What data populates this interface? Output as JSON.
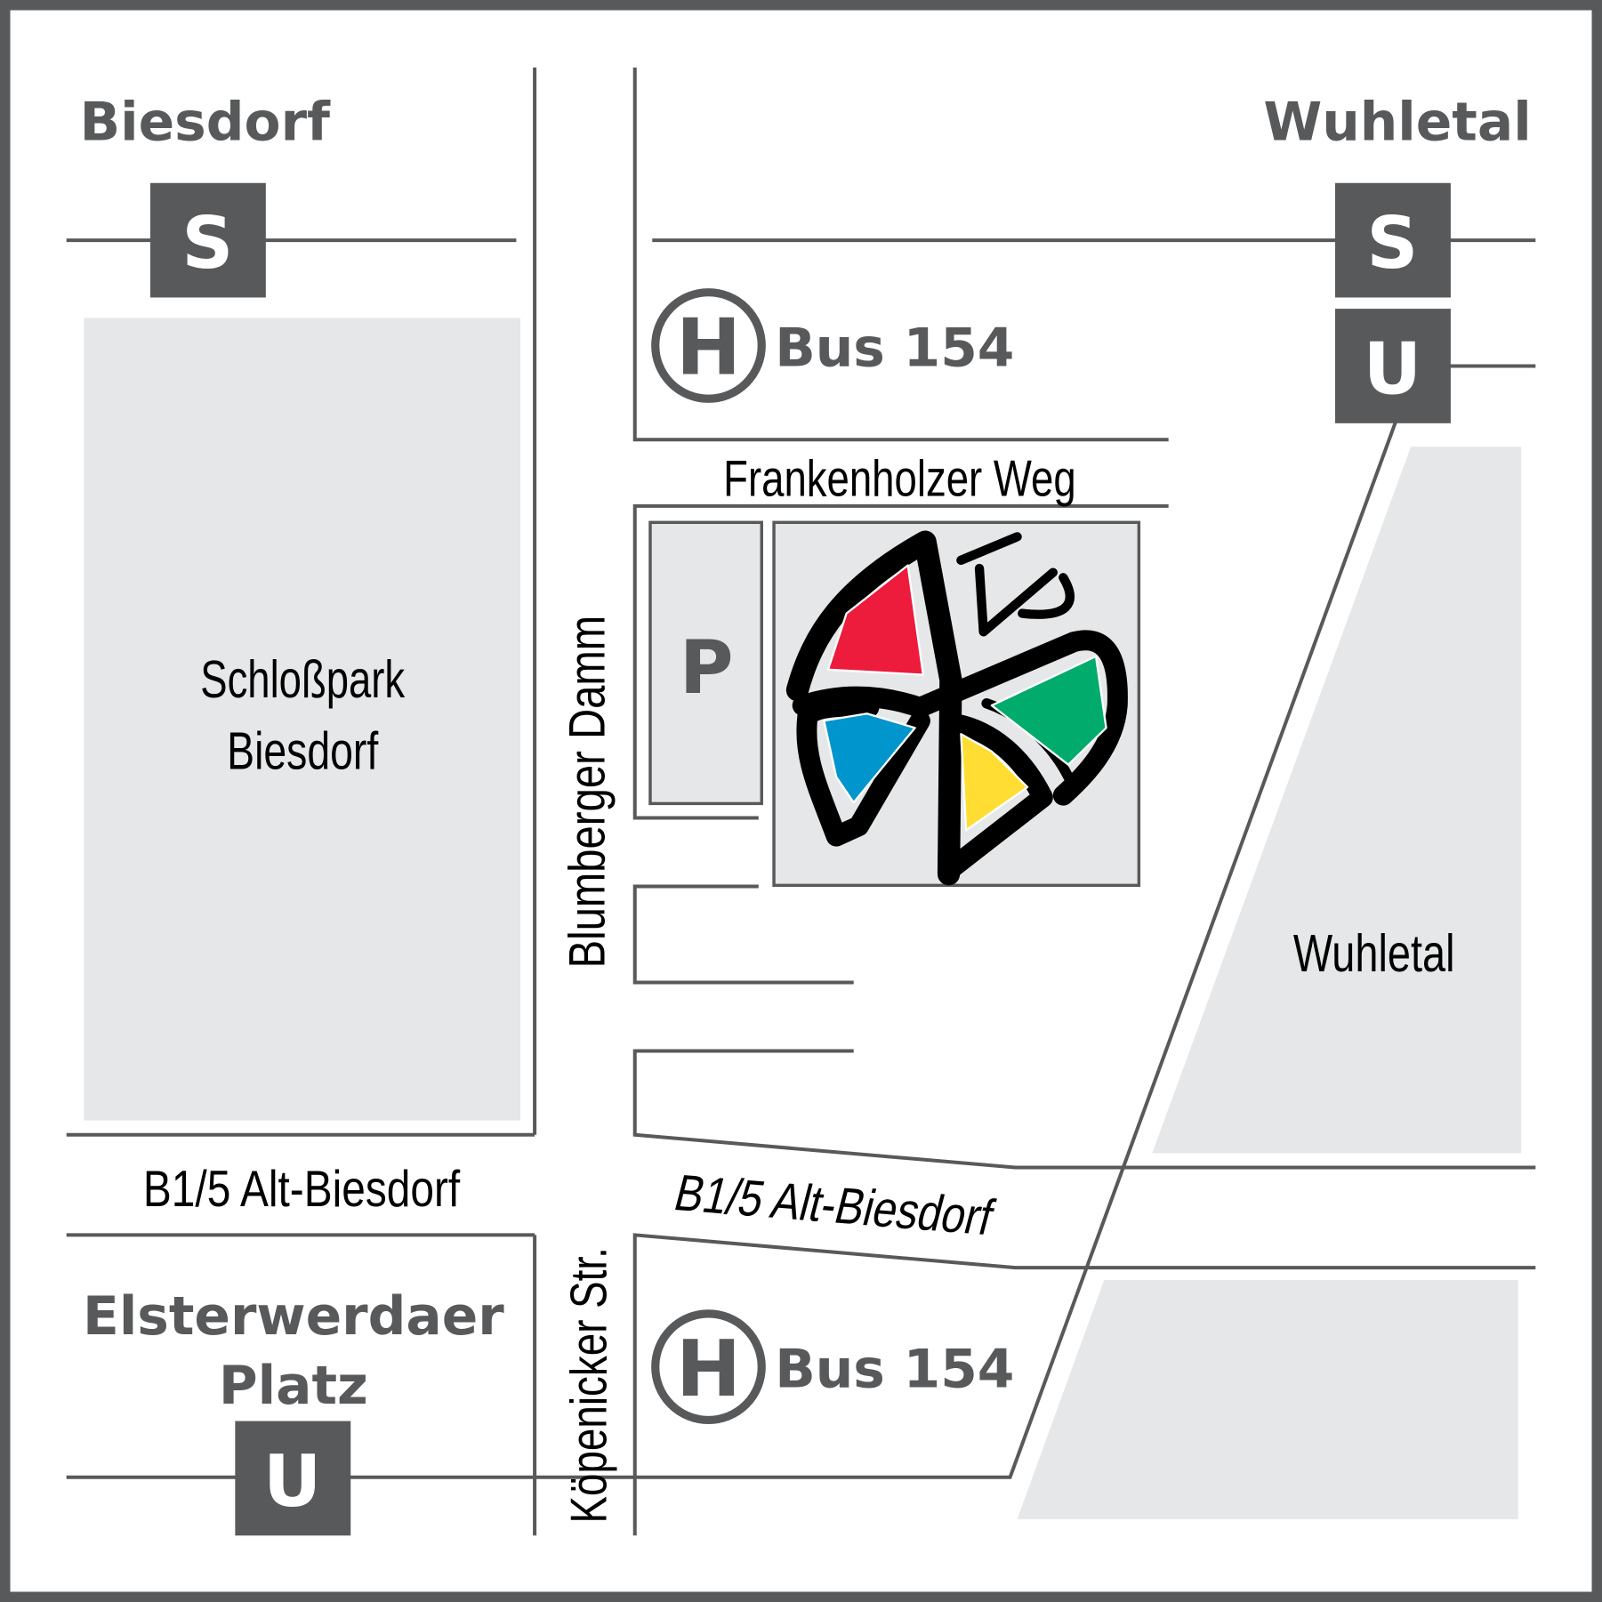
{
  "stations": {
    "biesdorf": {
      "name": "Biesdorf",
      "line": "S"
    },
    "wuhletal": {
      "name": "Wuhletal",
      "lines": [
        "S",
        "U"
      ]
    },
    "elsterwerdaer": {
      "name_line1": "Elsterwerdaer",
      "name_line2": "Platz",
      "line": "U"
    }
  },
  "bus_stops": [
    {
      "symbol": "H",
      "label": "Bus 154"
    },
    {
      "symbol": "H",
      "label": "Bus 154"
    }
  ],
  "streets": {
    "frankenholzer": "Frankenholzer Weg",
    "blumberger": "Blumberger Damm",
    "alt_biesdorf_west": "B1/5 Alt-Biesdorf",
    "alt_biesdorf_east": "B1/5 Alt-Biesdorf",
    "koepenicker": "Köpenicker Str."
  },
  "areas": {
    "schlosspark_line1": "Schloßpark",
    "schlosspark_line2": "Biesdorf",
    "wuhletal": "Wuhletal",
    "parking": "P"
  },
  "colors": {
    "frame": "#58595b",
    "area": "#e6e7e8",
    "red": "#ed1b3c",
    "blue": "#0095cc",
    "green": "#00ab6b",
    "yellow": "#ffdd33"
  }
}
